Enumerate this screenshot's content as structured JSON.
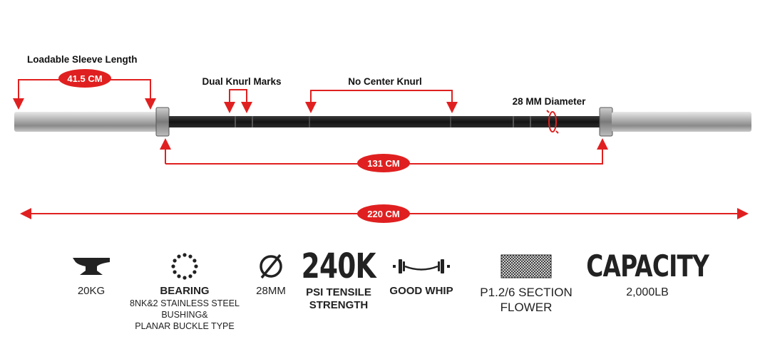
{
  "labels": {
    "sleeve_length": "Loadable Sleeve Length",
    "dual_knurl": "Dual Knurl Marks",
    "no_center_knurl": "No Center Knurl",
    "diameter": "28 MM Diameter"
  },
  "measurements": {
    "sleeve": "41.5 CM",
    "shaft": "131 CM",
    "total": "220 CM"
  },
  "colors": {
    "accent": "#e02020",
    "shaft": "#1c1c1c",
    "sleeve": "#a9a9a9"
  },
  "specs": [
    {
      "icon": "anvil-icon",
      "line1": "20KG"
    },
    {
      "icon": "bearing-icon",
      "line1": "BEARING",
      "line2": "8NK&2 STAINLESS STEEL",
      "line3": "BUSHING&",
      "line4": "PLANAR BUCKLE TYPE"
    },
    {
      "icon": "diameter-icon",
      "line1": "28MM"
    },
    {
      "big": "240K",
      "line1": "PSI TENSILE",
      "line2": "STRENGTH"
    },
    {
      "icon": "whip-icon",
      "line1": "GOOD WHIP"
    },
    {
      "icon": "knurl-pattern-icon",
      "line1": "P1.2/6 SECTION",
      "line2": "FLOWER"
    },
    {
      "big": "CAPACITY",
      "line1": "2,000LB"
    }
  ]
}
